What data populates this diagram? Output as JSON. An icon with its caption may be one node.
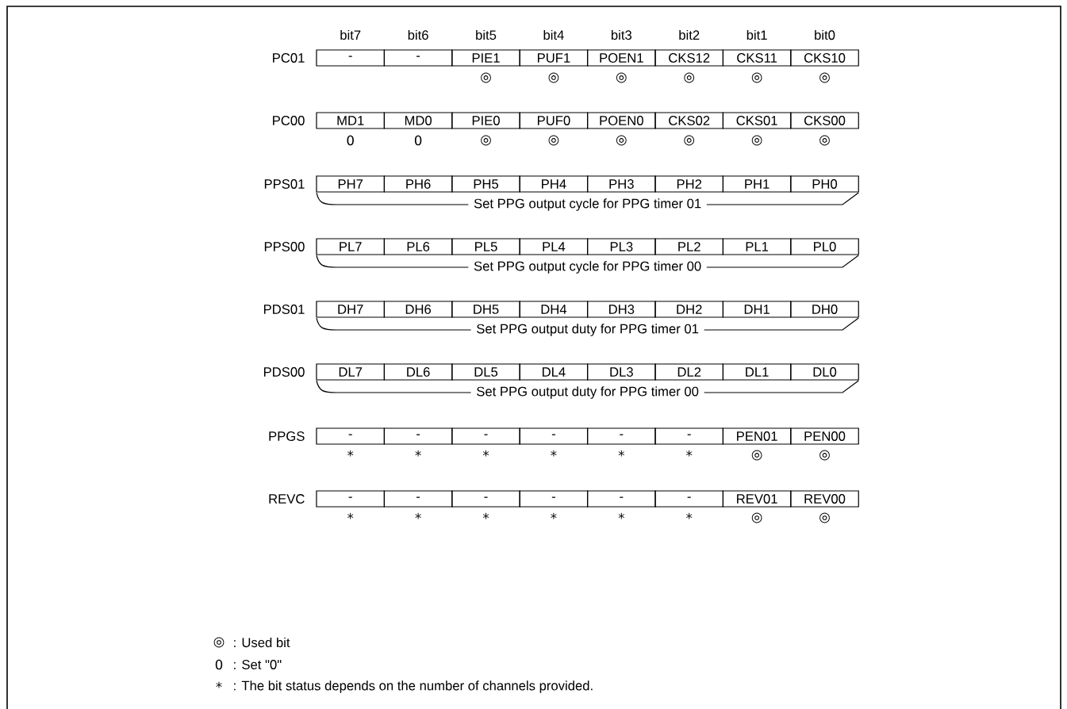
{
  "diagram": {
    "labels": [
      "bit7",
      "bit6",
      "bit5",
      "bit4",
      "bit3",
      "bit2",
      "bit1",
      "bit0",
      "PC01",
      "-",
      "-",
      "PIE1",
      "PUF1",
      "POEN1",
      "CKS12",
      "CKS11",
      "CKS10",
      "◎",
      "◎",
      "◎",
      "◎",
      "◎",
      "◎",
      "PC00",
      "MD1",
      "MD0",
      "PIE0",
      "PUF0",
      "POEN0",
      "CKS02",
      "CKS01",
      "CKS00",
      "0",
      "0",
      "◎",
      "◎",
      "◎",
      "◎",
      "◎",
      "◎",
      "PPS01",
      "PH7",
      "PH6",
      "PH5",
      "PH4",
      "PH3",
      "PH2",
      "PH1",
      "PH0",
      "Set PPG output cycle for PPG timer 01",
      "PPS00",
      "PL7",
      "PL6",
      "PL5",
      "PL4",
      "PL3",
      "PL2",
      "PL1",
      "PL0",
      "Set PPG output cycle for PPG timer 00",
      "PDS01",
      "DH7",
      "DH6",
      "DH5",
      "DH4",
      "DH3",
      "DH2",
      "DH1",
      "DH0",
      "Set PPG output duty for PPG timer 01",
      "PDS00",
      "DL7",
      "DL6",
      "DL5",
      "DL4",
      "DL3",
      "DL2",
      "DL1",
      "DL0",
      "Set PPG output duty for PPG timer 00",
      "PPGS",
      "-",
      "-",
      "-",
      "-",
      "-",
      "-",
      "PEN01",
      "PEN00",
      "*",
      "*",
      "*",
      "*",
      "*",
      "*",
      "◎",
      "◎",
      "REVC",
      "-",
      "-",
      "-",
      "-",
      "-",
      "-",
      "REV01",
      "REV00",
      "*",
      "*",
      "*",
      "*",
      "*",
      "*",
      "◎",
      "◎",
      "◎",
      ": Used bit",
      "0",
      ": Set \"0\"",
      "*",
      ": The bit status depends on the number of channels provided."
    ]
  }
}
